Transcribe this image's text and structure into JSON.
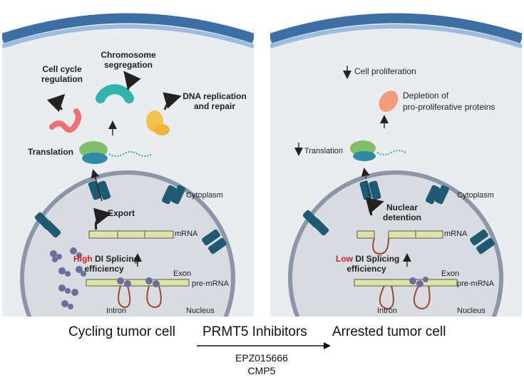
{
  "left_panel": {
    "cell_cycle_label": "Cell cycle\nregulation",
    "chromosome_label": "Chromosome\nsegregation",
    "dna_label": "DNA replication\nand repair",
    "translation_label": "Translation",
    "cytoplasm_label": "Cytoplasm",
    "export_label": "Export",
    "mrna_label": "mRNA",
    "splicing_highlight": "High",
    "splicing_label_1": "DI Splicing",
    "splicing_label_2": "efficiency",
    "exon_label": "Exon",
    "premrna_label": "pre-mRNA",
    "intron_label": "Intron",
    "nucleus_label": "Nucleus"
  },
  "right_panel": {
    "proliferation_label": "Cell proliferation",
    "depletion_label": "Depletion of\npro-proliferative proteins",
    "translation_label": "Translation",
    "cytoplasm_label": "Cytoplasm",
    "detention_label": "Nuclear\ndetention",
    "mrna_label": "mRNA",
    "splicing_highlight": "Low",
    "splicing_label_1": "DI Splicing",
    "splicing_label_2": "efficiency",
    "exon_label": "Exon",
    "premrna_label": "pre-mRNA",
    "intron_label": "Intron",
    "nucleus_label": "Nucleus"
  },
  "bottom": {
    "left_title": "Cycling tumor cell",
    "center_title": "PRMT5 Inhibitors",
    "right_title": "Arrested tumor cell",
    "drug_1": "EPZ015666",
    "drug_2": "CMP5"
  },
  "colors": {
    "cytoplasm_bg": "#eaedf0",
    "membrane_outer": "#3d6fa5",
    "membrane_inner": "#9bbbe0",
    "nucleus_fill": "#d8dce1",
    "nucleus_border": "#8b97a8",
    "pore": "#1e5b73",
    "exon": "#dfe6a3",
    "intron": "#9b4a2b",
    "highlight_red": "#d21f26"
  }
}
